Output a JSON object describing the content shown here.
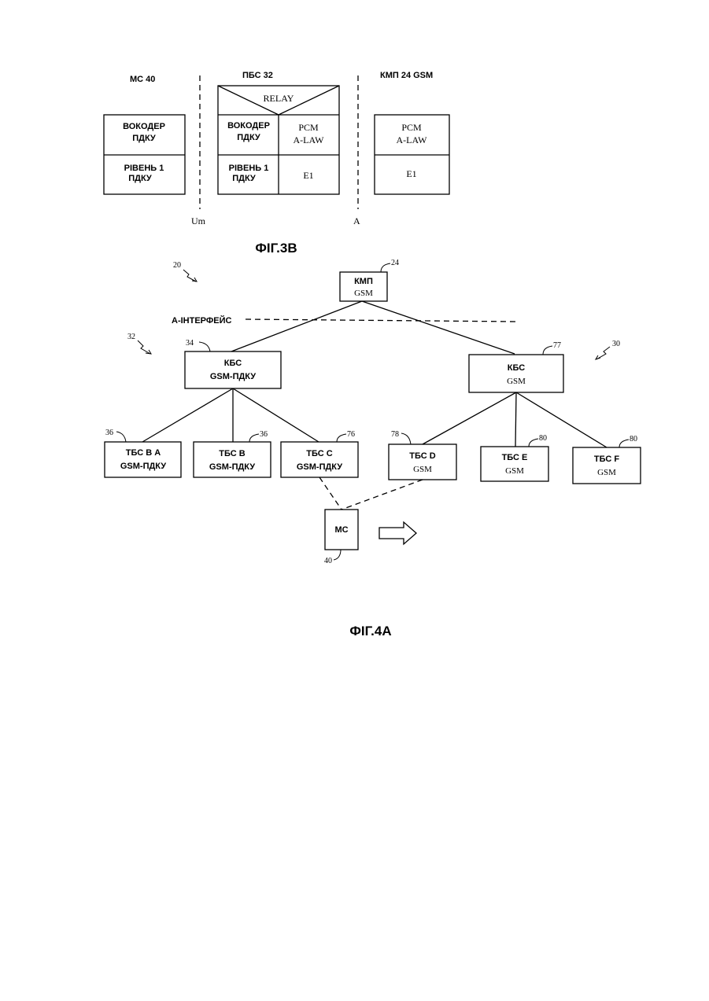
{
  "fig3b": {
    "caption": "ФІГ.3В",
    "col_ms": "МС 40",
    "col_pbs": "ПБС 32",
    "col_kmp": "КМП 24 GSM",
    "relay": "RELAY",
    "ms_vocoder_1": "ВОКОДЕР",
    "ms_vocoder_2": "ПДКУ",
    "ms_level_1": "РІВЕНЬ 1",
    "ms_level_2": "ПДКУ",
    "pbs_vocoder_1": "ВОКОДЕР",
    "pbs_vocoder_2": "ПДКУ",
    "pbs_pcm_1": "PCM",
    "pbs_pcm_2": "A-LAW",
    "pbs_level_1": "РІВЕНЬ 1",
    "pbs_level_2": "ПДКУ",
    "pbs_e1": "E1",
    "kmp_pcm_1": "PCM",
    "kmp_pcm_2": "A-LAW",
    "kmp_e1": "E1",
    "iface_um": "Um",
    "iface_a": "A"
  },
  "fig4a": {
    "caption": "ФІГ.4А",
    "ref_20": "20",
    "ref_24": "24",
    "ref_32": "32",
    "ref_30": "30",
    "ref_34": "34",
    "ref_77": "77",
    "ref_36a": "36",
    "ref_36b": "36",
    "ref_76": "76",
    "ref_78": "78",
    "ref_80a": "80",
    "ref_80b": "80",
    "ref_40": "40",
    "a_interface": "А-ІНТЕРФЕЙС",
    "kmp_1": "КМП",
    "kmp_2": "GSM",
    "kbs_left_1": "КБС",
    "kbs_left_2": "GSM-ПДКУ",
    "kbs_right_1": "КБС",
    "kbs_right_2": "GSM",
    "tbs_ba_1": "ТБС В А",
    "tbs_ba_2": "GSM-ПДКУ",
    "tbs_b_1": "ТБС В",
    "tbs_b_2": "GSM-ПДКУ",
    "tbs_c_1": "ТБС С",
    "tbs_c_2": "GSM-ПДКУ",
    "tbs_d_1": "ТБС  D",
    "tbs_d_2": "GSM",
    "tbs_e_1": "ТБС Е",
    "tbs_e_2": "GSM",
    "tbs_f_1": "ТБС F",
    "tbs_f_2": "GSM",
    "ms": "МС"
  }
}
